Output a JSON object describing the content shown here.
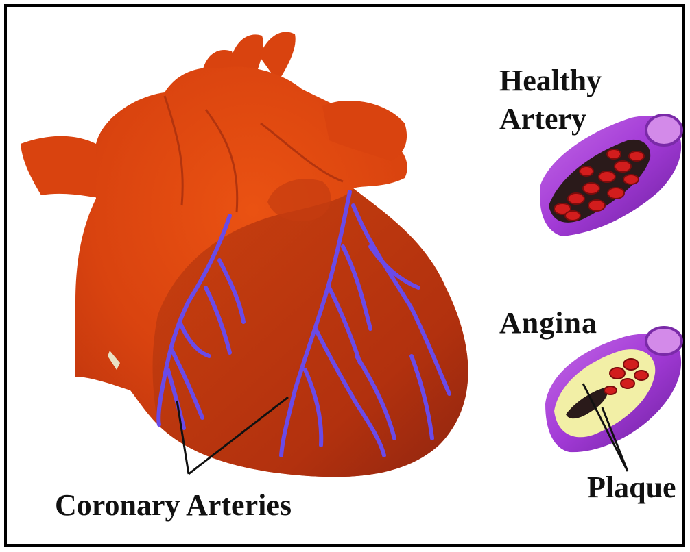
{
  "labels": {
    "healthy_line1": "Healthy",
    "healthy_line2": "Artery",
    "angina": "Angina",
    "plaque": "Plaque",
    "coronary": "Coronary Arteries"
  },
  "colors": {
    "heart": "#e0460f",
    "heart_dark": "#c73a12",
    "heart_shadow": "#a82d10",
    "vessel": "#6a4ae8",
    "artery_outer": "#a23ad6",
    "artery_inner": "#f2efa6",
    "blood": "#d21d1d",
    "frame": "#000000"
  }
}
